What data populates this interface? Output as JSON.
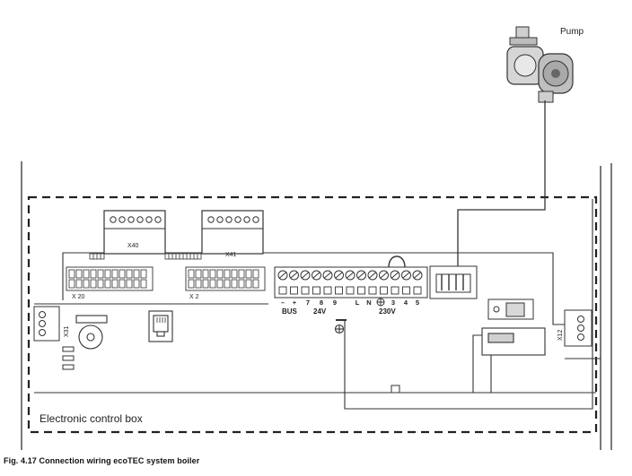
{
  "pump": {
    "label": "Pump"
  },
  "box": {
    "label": "Electronic control box"
  },
  "connectors": {
    "x40": "X40",
    "x41": "X41",
    "x20": "X 20",
    "x2": "X 2",
    "x31": "X31",
    "x12": "X12"
  },
  "terminals": {
    "numbers": [
      "–",
      "+",
      "7",
      "8",
      "9",
      "L",
      "N",
      "3",
      "4",
      "5"
    ],
    "group_bus": "BUS",
    "group_24v": "24V",
    "group_230v": "230V"
  },
  "caption": "Fig. 4.17 Connection wiring ecoTEC system boiler",
  "colors": {
    "line": "#333333",
    "fill": "#ffffff",
    "shade": "#cfcfcf"
  }
}
